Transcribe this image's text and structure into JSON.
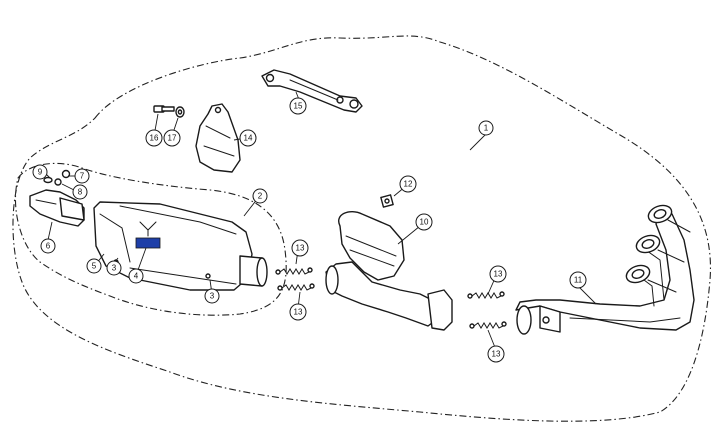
{
  "diagram": {
    "colors": {
      "line": "#1a1a1a",
      "logo": "#1e3fa8"
    },
    "callouts": [
      {
        "id": "c1",
        "label": "1"
      },
      {
        "id": "c2",
        "label": "2"
      },
      {
        "id": "c3a",
        "label": "3"
      },
      {
        "id": "c3b",
        "label": "3"
      },
      {
        "id": "c4",
        "label": "4"
      },
      {
        "id": "c5",
        "label": "5"
      },
      {
        "id": "c6",
        "label": "6"
      },
      {
        "id": "c7",
        "label": "7"
      },
      {
        "id": "c8",
        "label": "8"
      },
      {
        "id": "c9",
        "label": "9"
      },
      {
        "id": "c10",
        "label": "10"
      },
      {
        "id": "c11",
        "label": "11"
      },
      {
        "id": "c12",
        "label": "12"
      },
      {
        "id": "c13a",
        "label": "13"
      },
      {
        "id": "c13b",
        "label": "13"
      },
      {
        "id": "c13c",
        "label": "13"
      },
      {
        "id": "c13d",
        "label": "13"
      },
      {
        "id": "c14",
        "label": "14"
      },
      {
        "id": "c15",
        "label": "15"
      },
      {
        "id": "c16",
        "label": "16"
      },
      {
        "id": "c17",
        "label": "17"
      }
    ]
  }
}
